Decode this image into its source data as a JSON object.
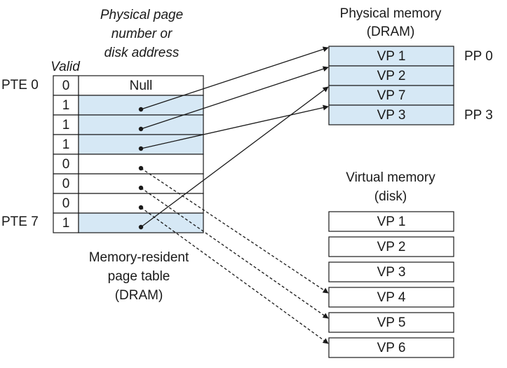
{
  "page_table": {
    "header_lines": [
      "Physical page",
      "number or",
      "disk address"
    ],
    "valid_label": "Valid",
    "entries": [
      {
        "valid": "0",
        "content": "Null",
        "resident": false
      },
      {
        "valid": "1",
        "content": "",
        "resident": true
      },
      {
        "valid": "1",
        "content": "",
        "resident": true
      },
      {
        "valid": "1",
        "content": "",
        "resident": true
      },
      {
        "valid": "0",
        "content": "",
        "resident": false
      },
      {
        "valid": "0",
        "content": "",
        "resident": false
      },
      {
        "valid": "0",
        "content": "",
        "resident": false
      },
      {
        "valid": "1",
        "content": "",
        "resident": true
      }
    ],
    "first_label": "PTE 0",
    "last_label": "PTE 7",
    "caption_lines": [
      "Memory-resident",
      "page table",
      "(DRAM)"
    ]
  },
  "physical_memory": {
    "title_lines": [
      "Physical memory",
      "(DRAM)"
    ],
    "pages": [
      "VP 1",
      "VP 2",
      "VP 7",
      "VP 3"
    ],
    "first_label": "PP 0",
    "last_label": "PP 3"
  },
  "virtual_memory": {
    "title_lines": [
      "Virtual memory",
      "(disk)"
    ],
    "pages": [
      "VP 1",
      "VP 2",
      "VP 3",
      "VP 4",
      "VP 5",
      "VP 6"
    ]
  },
  "mappings": [
    {
      "pte": 1,
      "target": "physical",
      "index": 0
    },
    {
      "pte": 2,
      "target": "physical",
      "index": 1
    },
    {
      "pte": 3,
      "target": "physical",
      "index": 3
    },
    {
      "pte": 7,
      "target": "physical",
      "index": 2
    },
    {
      "pte": 4,
      "target": "disk",
      "index": 3
    },
    {
      "pte": 5,
      "target": "disk",
      "index": 4
    },
    {
      "pte": 6,
      "target": "disk",
      "index": 5
    }
  ],
  "colors": {
    "resident_fill": "#d6e8f5",
    "stroke": "#1a1a1a",
    "text": "#1a1a1a"
  }
}
